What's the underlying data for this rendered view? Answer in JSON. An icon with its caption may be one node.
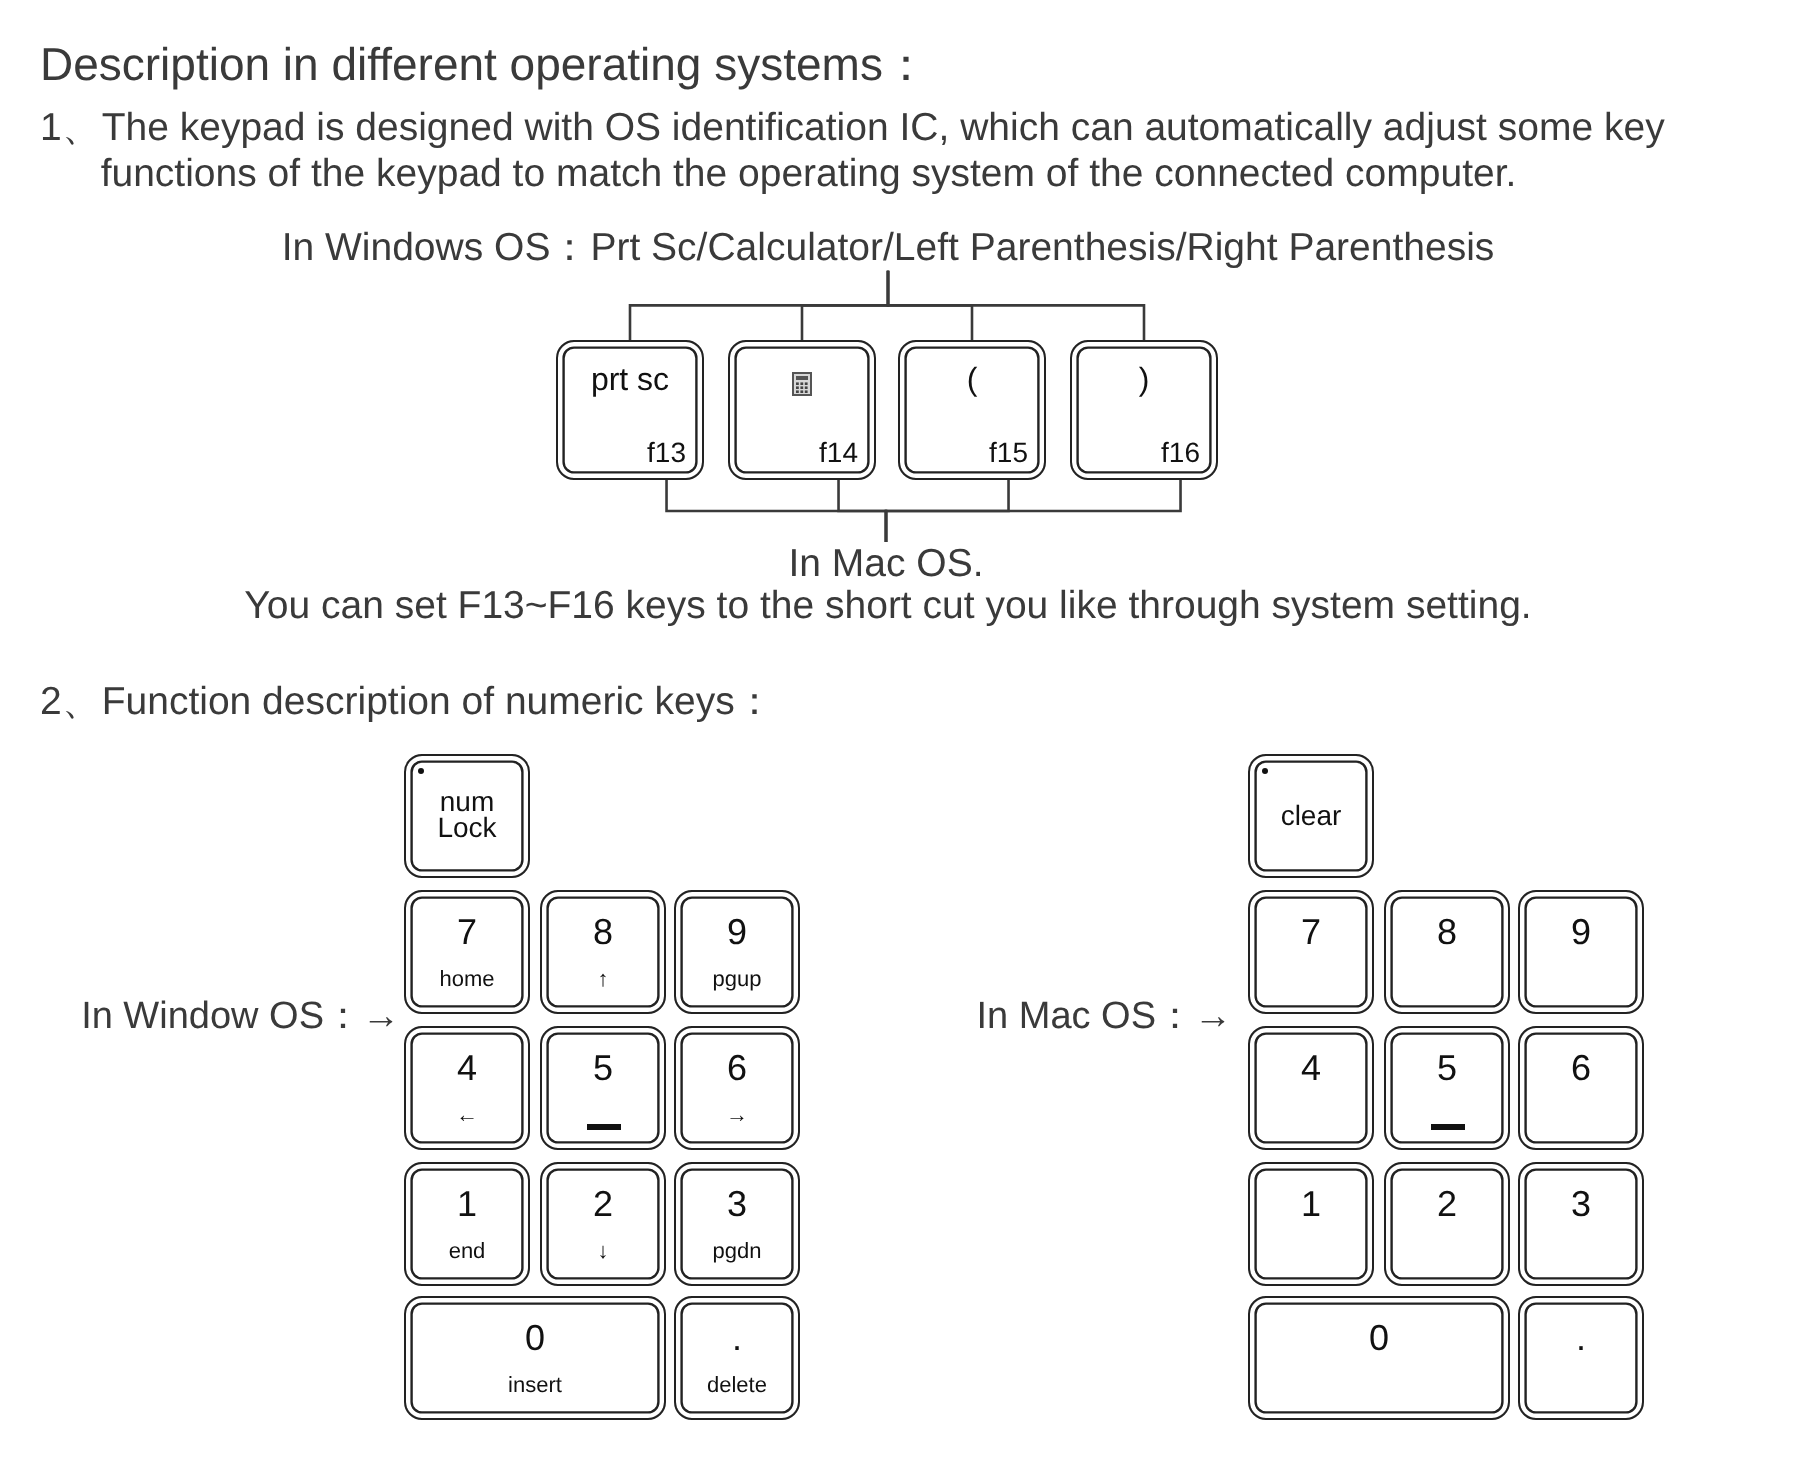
{
  "diagram": {
    "title": "Description in different operating systems：",
    "nodes": [
      {
        "text": [
          "In Windows OS：Prt Sc/Calculator/Left Parenthesis/Right Parenthesis"
        ]
      },
      {
        "text": [
          "prt sc",
          "f13"
        ]
      },
      {
        "text": [
          "f14"
        ]
      },
      {
        "text": [
          "(",
          "f15"
        ]
      },
      {
        "text": [
          ")",
          "f16"
        ]
      },
      {
        "text": [
          "In Mac OS."
        ]
      },
      {
        "text": [
          "num Lock"
        ]
      },
      {
        "text": [
          "7",
          "home"
        ]
      },
      {
        "text": [
          "8",
          "↑"
        ]
      },
      {
        "text": [
          "9",
          "pgup"
        ]
      },
      {
        "text": [
          "4",
          "←"
        ]
      },
      {
        "text": [
          "5"
        ]
      },
      {
        "text": [
          "6",
          "→"
        ]
      },
      {
        "text": [
          "1",
          "end"
        ]
      },
      {
        "text": [
          "2",
          "↓"
        ]
      },
      {
        "text": [
          "3",
          "pgdn"
        ]
      },
      {
        "text": [
          "0",
          "insert"
        ]
      },
      {
        "text": [
          ".",
          "delete"
        ]
      },
      {
        "text": [
          "clear"
        ]
      },
      {
        "text": [
          "7"
        ]
      },
      {
        "text": [
          "8"
        ]
      },
      {
        "text": [
          "9"
        ]
      },
      {
        "text": [
          "4"
        ]
      },
      {
        "text": [
          "5"
        ]
      },
      {
        "text": [
          "6"
        ]
      },
      {
        "text": [
          "1"
        ]
      },
      {
        "text": [
          "2"
        ]
      },
      {
        "text": [
          "3"
        ]
      },
      {
        "text": [
          "0"
        ]
      },
      {
        "text": [
          "."
        ]
      }
    ],
    "edges": [
      {
        "from": 0,
        "to": 1,
        "arrow": "none"
      },
      {
        "from": 0,
        "to": 2,
        "arrow": "none"
      },
      {
        "from": 0,
        "to": 3,
        "arrow": "none"
      },
      {
        "from": 0,
        "to": 4,
        "arrow": "none"
      },
      {
        "from": 5,
        "to": 1,
        "arrow": "none"
      },
      {
        "from": 5,
        "to": 2,
        "arrow": "none"
      },
      {
        "from": 5,
        "to": 3,
        "arrow": "none"
      },
      {
        "from": 5,
        "to": 4,
        "arrow": "none"
      }
    ],
    "labels": [
      "1、The keypad is designed with OS identification IC, which can automatically adjust some key functions of the keypad to match the operating system of the connected computer.",
      "You can set F13~F16 keys to the short cut you like through system setting.",
      "2、Function description of numeric keys：",
      "In Window OS：→",
      "In Mac OS：→"
    ]
  }
}
